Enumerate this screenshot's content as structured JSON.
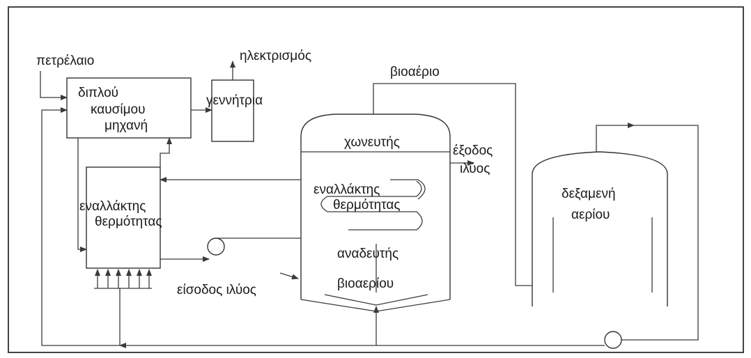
{
  "labels": {
    "oil": "πετρέλαιο",
    "electricity": "ηλεκτρισμός",
    "biogas_top": "βιοαέριο",
    "engine_line1": "διπλού",
    "engine_line2": "καυσίμου",
    "engine_line3": "μηχανή",
    "generator": "γεννήτρια",
    "digester": "χωνευτής",
    "sludge_outlet_line1": "έξοδος",
    "sludge_outlet_line2": "ιλύος",
    "gas_tank_line1": "δεξαμενή",
    "gas_tank_line2": "αερίου",
    "hx_left_line1": "εναλλάκτης",
    "hx_left_line2": "θερμότητας",
    "hx_coil_line1": "εναλλάκτης",
    "hx_coil_line2": "θερμότητας",
    "agitator": "αναδευτής",
    "sludge_inlet": "είσοδος ιλύος",
    "biogas_bottom": "βιοαερίου"
  },
  "colors": {
    "line": "#3a3a3a",
    "frame": "#444444",
    "text": "#1a1a1a",
    "background": "#ffffff"
  }
}
